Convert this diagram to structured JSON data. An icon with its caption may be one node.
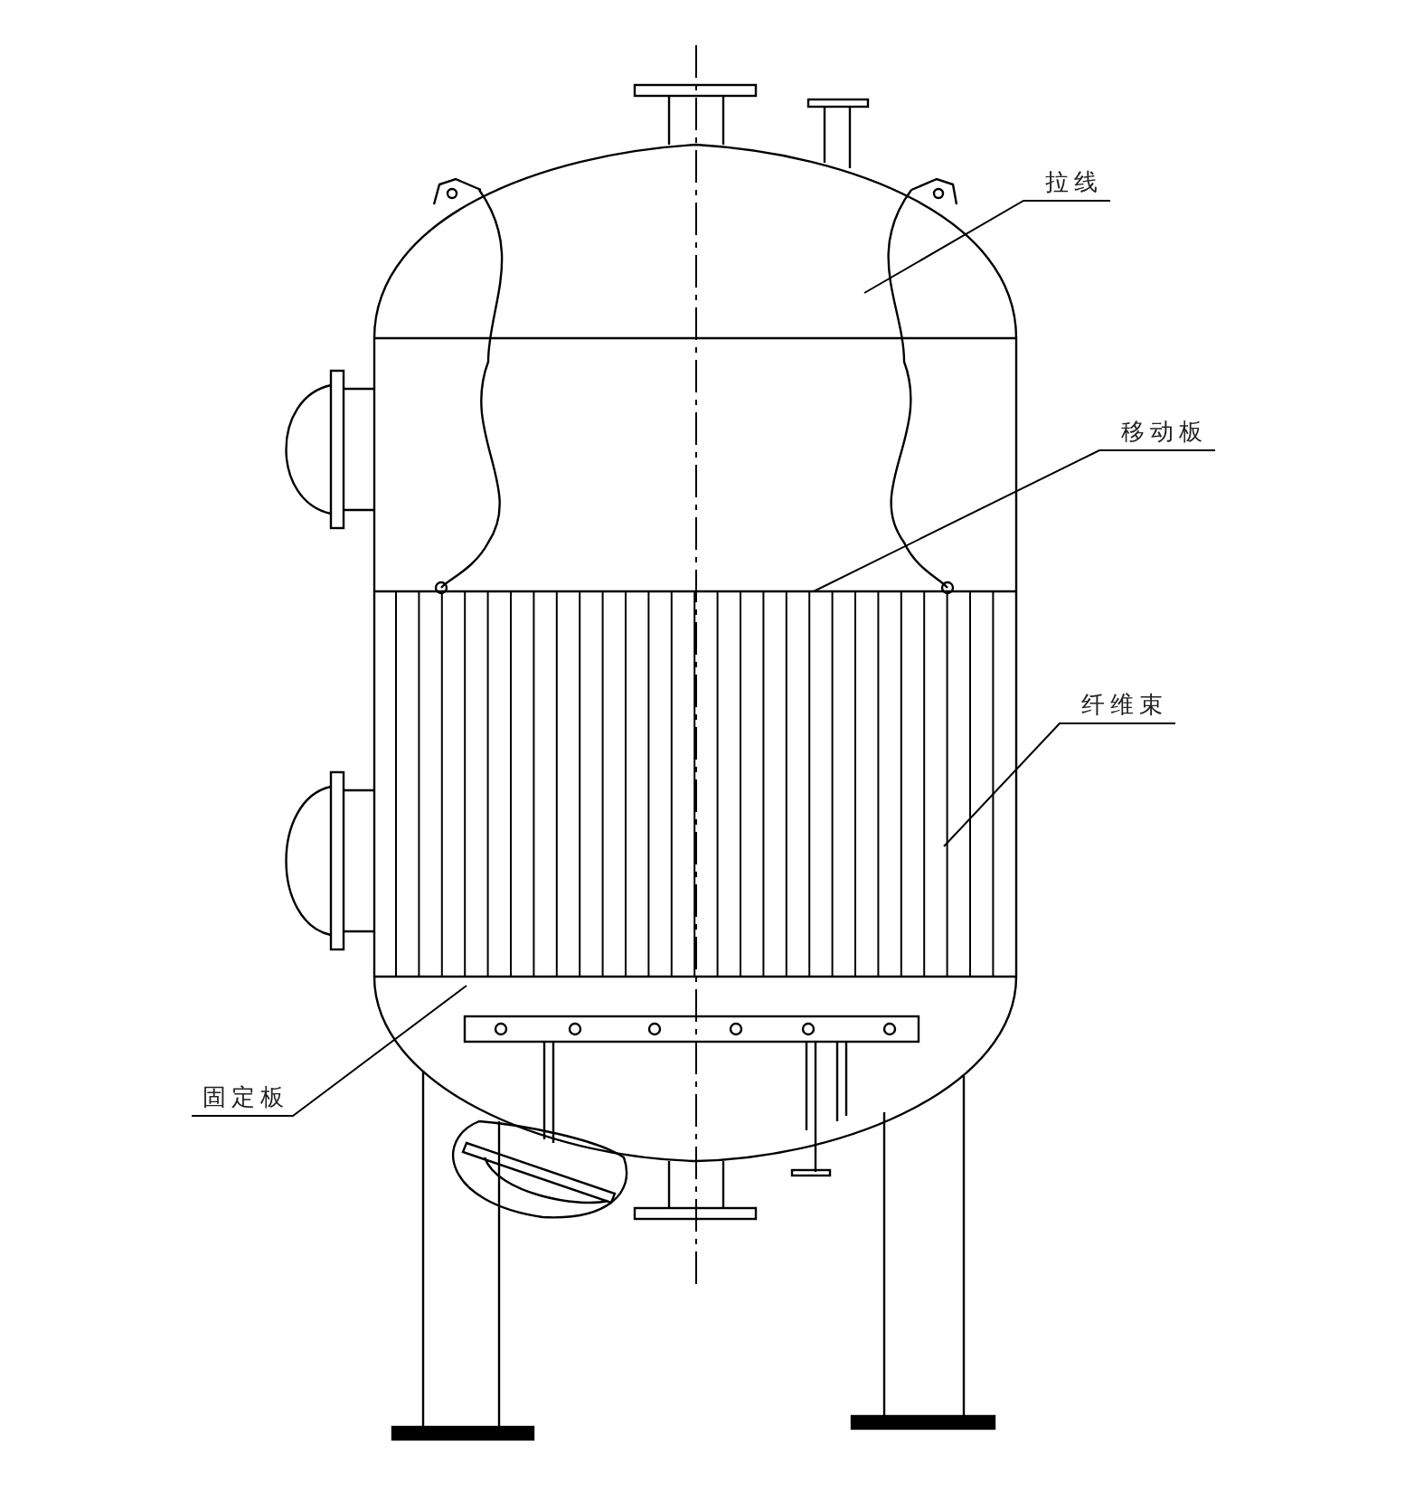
{
  "diagram": {
    "nodes": [
      {
        "text": [
          "拉线"
        ]
      },
      {
        "text": [
          "移动板"
        ]
      },
      {
        "text": [
          "纤维束"
        ]
      },
      {
        "text": [
          "固定板"
        ]
      }
    ],
    "edges": [
      {
        "from": 0,
        "to": null,
        "arrow": "none"
      },
      {
        "from": 1,
        "to": null,
        "arrow": "none"
      },
      {
        "from": 2,
        "to": null,
        "arrow": "none"
      },
      {
        "from": 3,
        "to": null,
        "arrow": "none"
      }
    ]
  }
}
